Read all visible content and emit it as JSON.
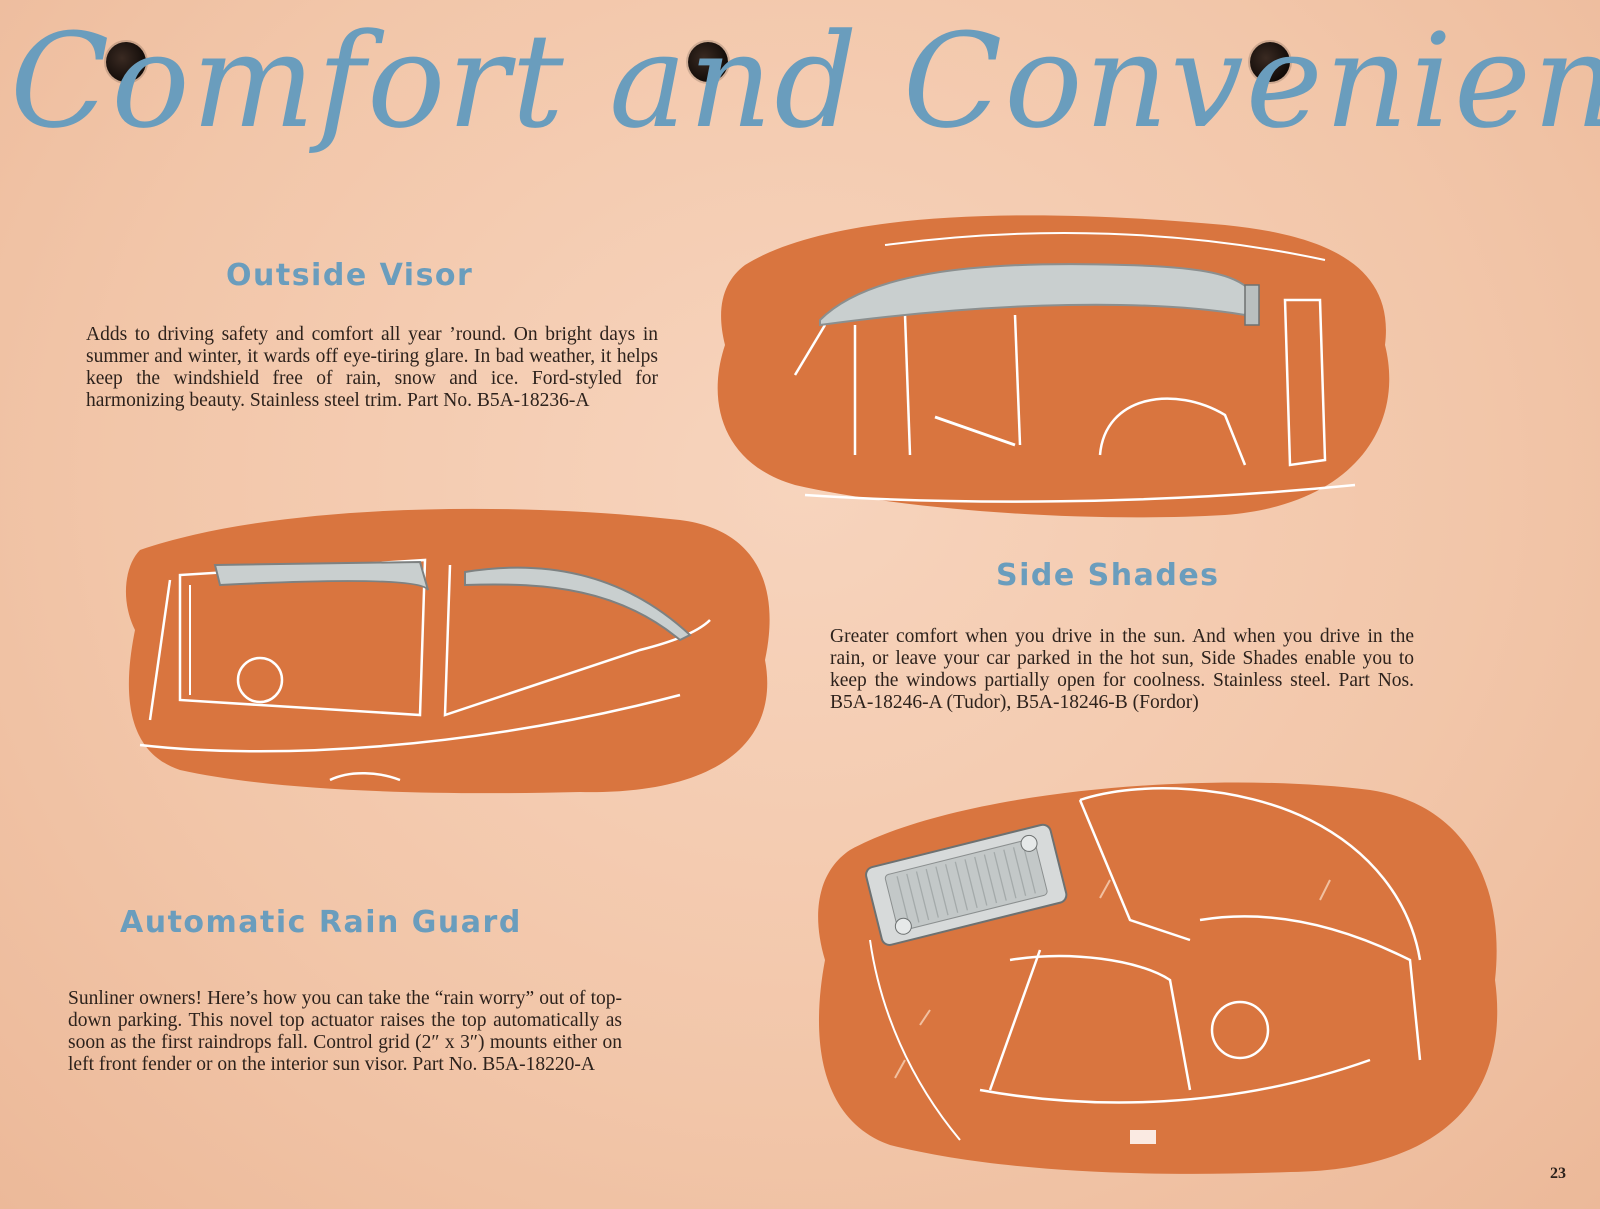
{
  "title": "Comfort and Convenience",
  "sections": {
    "visor": {
      "heading": "Outside Visor",
      "body": "Adds to driving safety and comfort all year ’round. On bright days in summer and winter, it wards off eye-tiring glare. In bad weather, it helps keep the windshield free of rain, snow and ice. Ford-styled for harmonizing beauty. Stainless steel trim. Part No. B5A-18236-A"
    },
    "shades": {
      "heading": "Side Shades",
      "body": "Greater comfort when you drive in the sun. And when you drive in the rain, or leave your car parked in the hot sun, Side Shades enable you to keep the windows partially open for coolness. Stainless steel. Part Nos. B5A-18246-A (Tudor), B5A-18246-B (Fordor)"
    },
    "rain_guard": {
      "heading": "Automatic Rain Guard",
      "body": "Sunliner owners! Here’s how you can take the “rain worry” out of top-down parking. This novel top actuator raises the top automatically as soon as the first raindrops fall. Control grid (2″ x 3″) mounts either on left front fender or on the interior sun visor. Part No. B5A-18220-A"
    }
  },
  "page_number": "23",
  "colors": {
    "paper": "#f3c9ae",
    "accent_blue": "#6a9dbd",
    "illustration_orange": "#d9753f",
    "text": "#2d221c"
  }
}
